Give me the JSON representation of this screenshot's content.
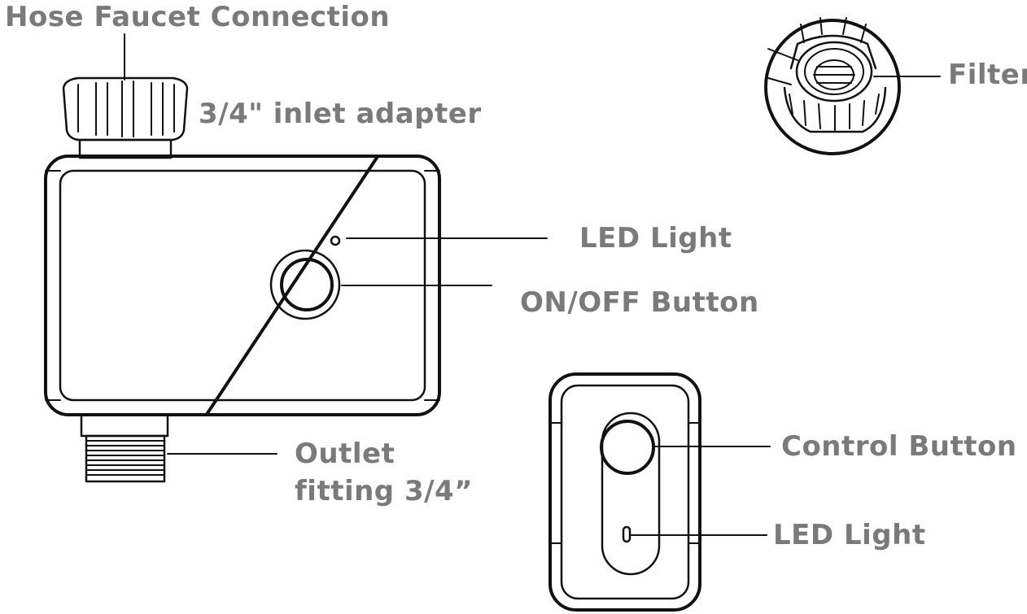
{
  "labels": {
    "hose_faucet_connection": "Hose Faucet Connection",
    "inlet_adapter": "3/4\" inlet adapter",
    "filter": "Filter",
    "led_light_timer": "LED Light",
    "on_off_button": "ON/OFF Button",
    "outlet_line1": "Outlet",
    "outlet_line2": "fitting 3/4”",
    "control_button": "Control Button",
    "led_light_remote": "LED Light"
  },
  "colors": {
    "label_text": "#7a7a7a",
    "line_art": "#111111",
    "background": "#ffffff"
  }
}
